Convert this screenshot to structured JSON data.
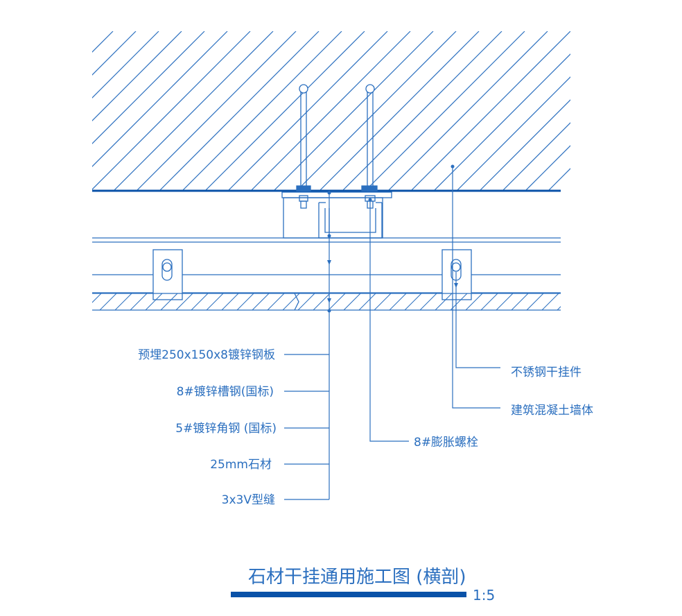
{
  "colors": {
    "line": "#2b6fbf",
    "heavy": "#0a52a8",
    "background": "#ffffff"
  },
  "labels": {
    "embed_plate": "预埋250x150x8镀锌钢板",
    "channel": "8#镀锌槽钢(国标)",
    "angle": "5#镀锌角钢 (国标)",
    "stone": "25mm石材",
    "joint": "3x3V型缝",
    "pendant": "不锈钢干挂件",
    "wall": "建筑混凝土墙体",
    "bolt": "8#膨胀螺栓"
  },
  "title": "石材干挂通用施工图 (横剖)",
  "scale": "1:5"
}
